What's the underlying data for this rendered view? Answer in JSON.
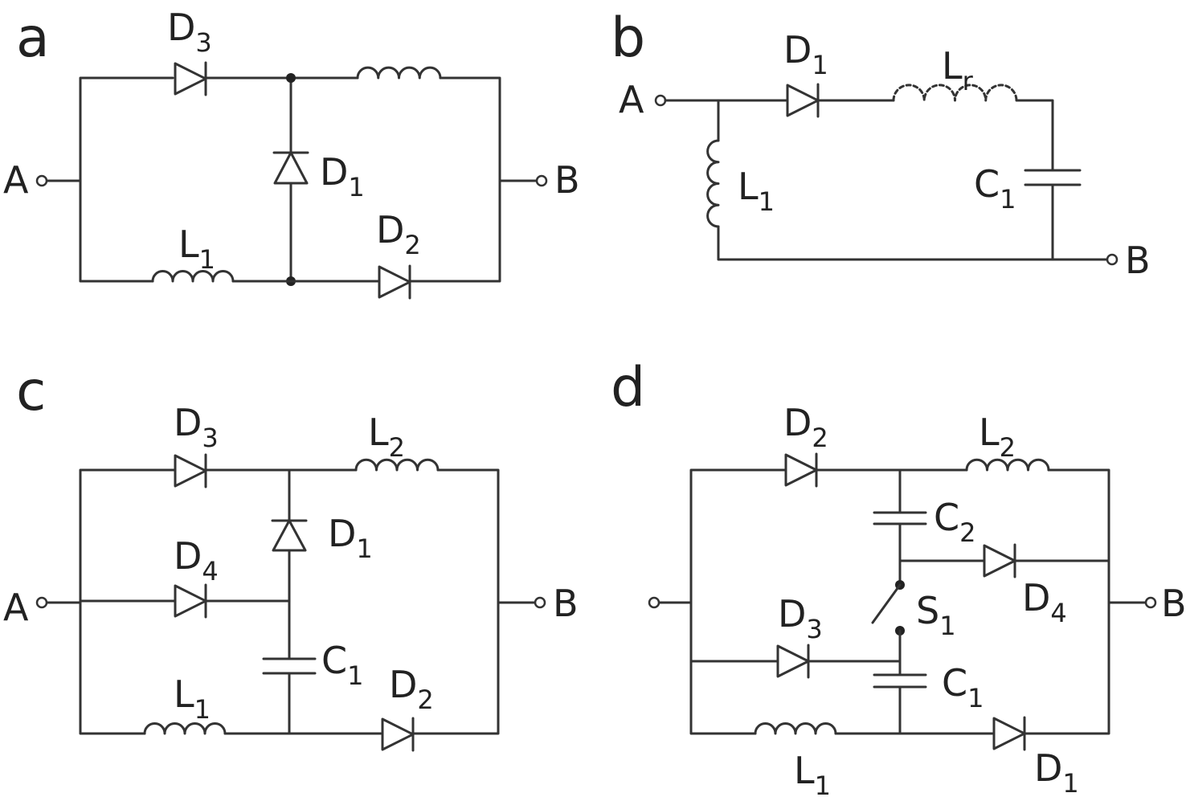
{
  "panels": {
    "a": {
      "label": "a",
      "terminals": {
        "in": "A",
        "out": "B"
      },
      "components": [
        {
          "sym": "D",
          "sub": "3"
        },
        {
          "sym": "D",
          "sub": "1"
        },
        {
          "sym": "L",
          "sub": "1"
        },
        {
          "sym": "D",
          "sub": "2"
        }
      ]
    },
    "b": {
      "label": "b",
      "terminals": {
        "in": "A",
        "out": "B"
      },
      "components": [
        {
          "sym": "D",
          "sub": "1"
        },
        {
          "sym": "L",
          "sub": "r"
        },
        {
          "sym": "L",
          "sub": "1"
        },
        {
          "sym": "C",
          "sub": "1"
        }
      ]
    },
    "c": {
      "label": "c",
      "terminals": {
        "in": "A",
        "out": "B"
      },
      "components": [
        {
          "sym": "D",
          "sub": "3"
        },
        {
          "sym": "L",
          "sub": "2"
        },
        {
          "sym": "D",
          "sub": "1"
        },
        {
          "sym": "D",
          "sub": "4"
        },
        {
          "sym": "C",
          "sub": "1"
        },
        {
          "sym": "L",
          "sub": "1"
        },
        {
          "sym": "D",
          "sub": "2"
        }
      ]
    },
    "d": {
      "label": "d",
      "terminals": {
        "out": "B"
      },
      "components": [
        {
          "sym": "D",
          "sub": "2"
        },
        {
          "sym": "L",
          "sub": "2"
        },
        {
          "sym": "C",
          "sub": "2"
        },
        {
          "sym": "D",
          "sub": "4"
        },
        {
          "sym": "S",
          "sub": "1"
        },
        {
          "sym": "D",
          "sub": "3"
        },
        {
          "sym": "C",
          "sub": "1"
        },
        {
          "sym": "L",
          "sub": "1"
        },
        {
          "sym": "D",
          "sub": "1"
        }
      ]
    }
  }
}
